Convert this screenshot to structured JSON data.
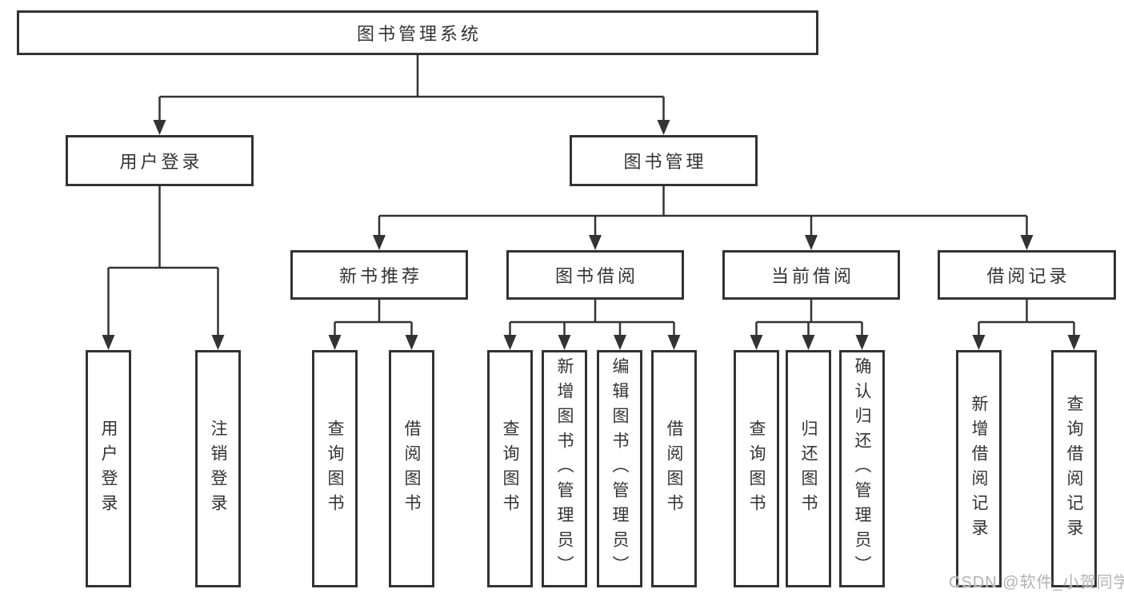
{
  "diagram": {
    "colors": {
      "line": "#333333",
      "text": "#333333",
      "background": "#ffffff",
      "watermark": "#b3b3b3"
    },
    "root": {
      "label": "图书管理系统"
    },
    "branches": [
      {
        "label": "用户登录",
        "children": [
          "用户登录",
          "注销登录"
        ]
      },
      {
        "label": "图书管理",
        "groups": [
          {
            "label": "新书推荐",
            "children": [
              "查询图书",
              "借阅图书"
            ]
          },
          {
            "label": "图书借阅",
            "children": [
              "查询图书",
              "新增图书（管理员）",
              "编辑图书（管理员）",
              "借阅图书"
            ]
          },
          {
            "label": "当前借阅",
            "children": [
              "查询图书",
              "归还图书",
              "确认归还（管理员）"
            ]
          },
          {
            "label": "借阅记录",
            "children": [
              "新增借阅记录",
              "查询借阅记录"
            ]
          }
        ]
      }
    ],
    "watermark": "CSDN @软件_小贺同学"
  }
}
